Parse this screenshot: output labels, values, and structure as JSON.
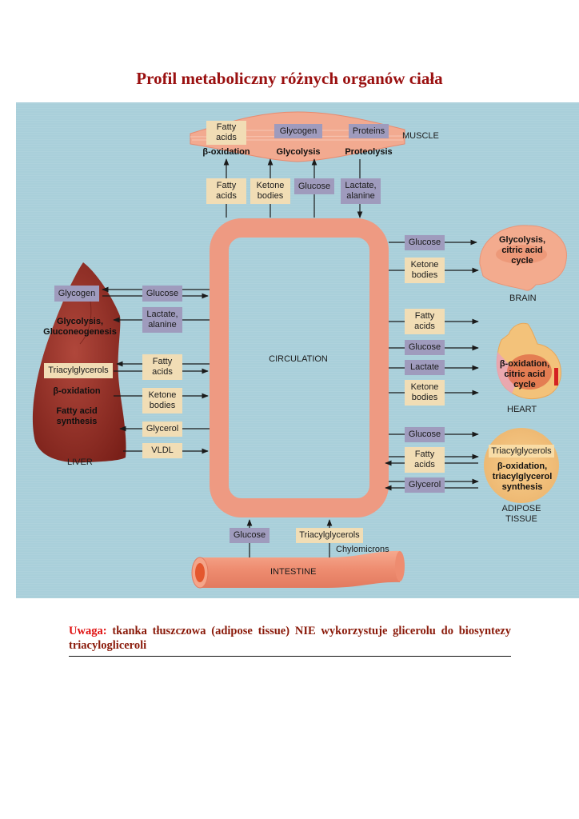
{
  "title": "Profil metaboliczny różnych organów  ciała",
  "colors": {
    "title": "#9a1010",
    "panel_bg": "#a9cfda",
    "circulation": "#ef9a82",
    "tan_box": "#f1ddb5",
    "purple_box": "#9f9bbd",
    "liver": "#8e2a22",
    "note_warning": "#e01010",
    "note_text": "#8a1a0a"
  },
  "diagram": {
    "circulation_label": "CIRCULATION",
    "muscle": {
      "name": "MUSCLE",
      "stores": [
        "Fatty acids",
        "Glycogen",
        "Proteins"
      ],
      "processes": [
        "β-oxidation",
        "Glycolysis",
        "Proteolysis"
      ],
      "exchanges": [
        {
          "label": "Fatty acids",
          "kind": "tan",
          "direction": "to-muscle"
        },
        {
          "label": "Ketone bodies",
          "kind": "tan",
          "direction": "to-muscle"
        },
        {
          "label": "Glucose",
          "kind": "purple",
          "direction": "to-muscle"
        },
        {
          "label": "Lactate, alanine",
          "kind": "purple",
          "direction": "to-circulation"
        }
      ]
    },
    "liver": {
      "name": "LIVER",
      "stores": [
        "Glycogen",
        "Triacylglycerols"
      ],
      "processes": [
        "Glycolysis, Gluconeogenesis",
        "β-oxidation",
        "Fatty acid synthesis"
      ],
      "exchanges": [
        {
          "label": "Glucose",
          "kind": "purple",
          "direction": "both"
        },
        {
          "label": "Lactate, alanine",
          "kind": "purple",
          "direction": "to-liver"
        },
        {
          "label": "Fatty acids",
          "kind": "tan",
          "direction": "both"
        },
        {
          "label": "Ketone bodies",
          "kind": "tan",
          "direction": "to-circulation"
        },
        {
          "label": "Glycerol",
          "kind": "tan",
          "direction": "to-liver"
        },
        {
          "label": "VLDL",
          "kind": "tan",
          "direction": "to-circulation"
        }
      ]
    },
    "brain": {
      "name": "BRAIN",
      "process": "Glycolysis, citric acid cycle",
      "exchanges": [
        {
          "label": "Glucose",
          "kind": "purple",
          "direction": "to-brain"
        },
        {
          "label": "Ketone bodies",
          "kind": "tan",
          "direction": "to-brain"
        }
      ]
    },
    "heart": {
      "name": "HEART",
      "process": "β-oxidation, citric acid cycle",
      "exchanges": [
        {
          "label": "Fatty acids",
          "kind": "tan",
          "direction": "to-heart"
        },
        {
          "label": "Glucose",
          "kind": "purple",
          "direction": "to-heart"
        },
        {
          "label": "Lactate",
          "kind": "purple",
          "direction": "to-heart"
        },
        {
          "label": "Ketone bodies",
          "kind": "tan",
          "direction": "to-heart"
        }
      ]
    },
    "adipose": {
      "name": "ADIPOSE TISSUE",
      "store": "Triacylglycerols",
      "process": "β-oxidation, triacylglycerol synthesis",
      "exchanges": [
        {
          "label": "Glucose",
          "kind": "purple",
          "direction": "to-adipose"
        },
        {
          "label": "Fatty acids",
          "kind": "tan",
          "direction": "both"
        },
        {
          "label": "Glycerol",
          "kind": "purple",
          "direction": "both"
        }
      ]
    },
    "intestine": {
      "name": "INTESTINE",
      "exchanges": [
        {
          "label": "Glucose",
          "kind": "purple",
          "direction": "to-circulation"
        },
        {
          "label": "Triacylglycerols",
          "kind": "tan",
          "direction": "to-circulation"
        }
      ],
      "carrier": "Chylomicrons"
    }
  },
  "note": {
    "prefix": "Uwaga:",
    "text": " tkanka tłuszczowa (adipose tissue) NIE wykorzystuje glicerolu do biosyntezy triacylogliceroli"
  }
}
